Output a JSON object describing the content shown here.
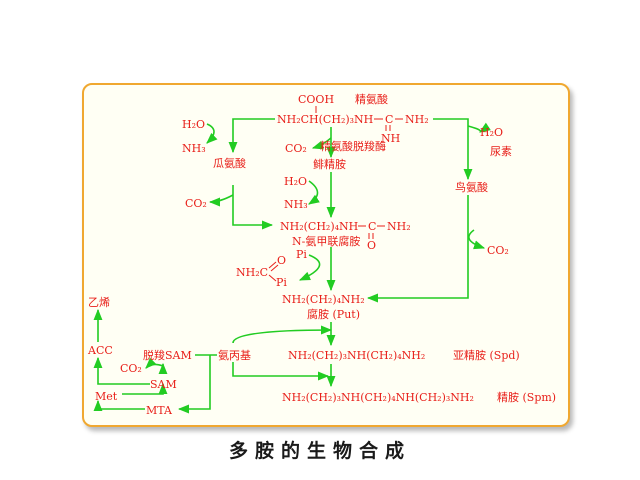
{
  "diagram": {
    "arginine": {
      "cooh": "COOH",
      "name": "精氨酸",
      "formula": "NH₂CH(CH₂)₃NH",
      "c": "C",
      "nh2": "NH₂",
      "nh": "NH"
    },
    "h2o_1": "H₂O",
    "nh3_1": "NH₃",
    "co2_1": "CO₂",
    "arginine_decarboxylase": "精氨酸脱羧酶",
    "h2o_urea": "H₂O",
    "urea": "尿素",
    "citrulline": "瓜氨酸",
    "agmatine": "鲱精胺",
    "h2o_2": "H₂O",
    "nh3_2": "NH₃",
    "co2_2": "CO₂",
    "ornithine": "鸟氨酸",
    "carbamoyl_putrescine": {
      "formula": "NH₂(CH₂)₄NH",
      "c": "C",
      "nh2": "NH₂",
      "o": "O",
      "name": "N-氨甲联腐胺"
    },
    "pi_1": "Pi",
    "carbamoyl_phosphate": {
      "nh2c": "NH₂C",
      "o": "O",
      "pi": "Pi"
    },
    "co2_3": "CO₂",
    "putrescine": {
      "formula": "NH₂(CH₂)₄NH₂",
      "name": "腐胺 (Put)"
    },
    "ethylene": "乙烯",
    "acc": "ACC",
    "decarboxylated_sam": "脱羧SAM",
    "aminopropyl": "氨丙基",
    "co2_4": "CO₂",
    "sam": "SAM",
    "met": "Met",
    "mta": "MTA",
    "spermidine": {
      "formula": "NH₂(CH₂)₃NH(CH₂)₄NH₂",
      "name": "亚精胺 (Spd)"
    },
    "spermine": {
      "formula": "NH₂(CH₂)₃NH(CH₂)₄NH(CH₂)₃NH₂",
      "name": "精胺 (Spm)"
    }
  },
  "caption": "多胺的生物合成",
  "colors": {
    "text": "#e8201a",
    "arrow": "#22cc22",
    "border": "#f0a830",
    "panel": "#fffff4"
  }
}
